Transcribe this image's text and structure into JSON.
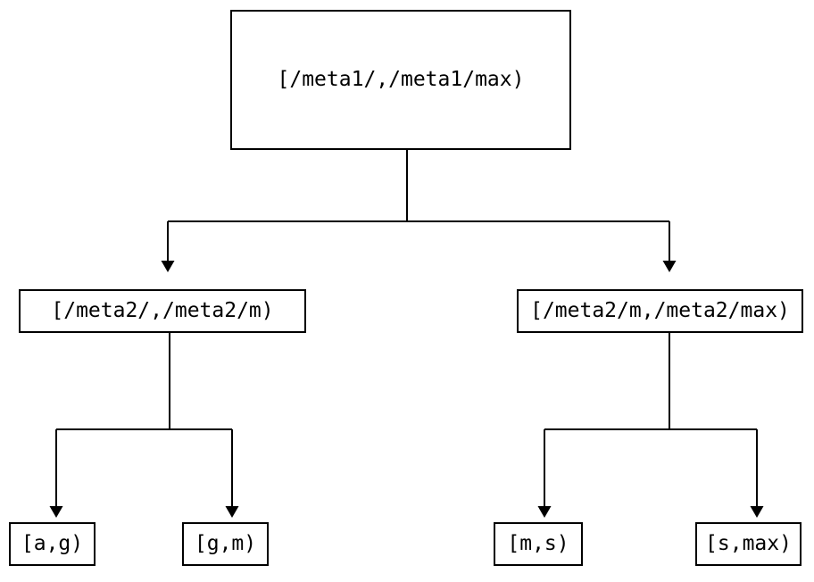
{
  "diagram": {
    "type": "tree",
    "title": "",
    "background_color": "#ffffff",
    "line_color": "#000000",
    "text_color": "#000000",
    "nodes": {
      "root": {
        "label": "[/meta1/,/meta1/max)"
      },
      "mid_left": {
        "label": "[/meta2/,/meta2/m)"
      },
      "mid_right": {
        "label": "[/meta2/m,/meta2/max)"
      },
      "leaf_ag": {
        "label": "[a,g)"
      },
      "leaf_gm": {
        "label": "[g,m)"
      },
      "leaf_ms": {
        "label": "[m,s)"
      },
      "leaf_smax": {
        "label": "[s,max)"
      }
    },
    "edges": [
      {
        "from": "root",
        "to": "mid_left",
        "arrow": "down"
      },
      {
        "from": "root",
        "to": "mid_right",
        "arrow": "down"
      },
      {
        "from": "mid_left",
        "to": "leaf_ag",
        "arrow": "down"
      },
      {
        "from": "mid_left",
        "to": "leaf_gm",
        "arrow": "down"
      },
      {
        "from": "mid_right",
        "to": "leaf_ms",
        "arrow": "down"
      },
      {
        "from": "mid_right",
        "to": "leaf_smax",
        "arrow": "down"
      }
    ]
  }
}
